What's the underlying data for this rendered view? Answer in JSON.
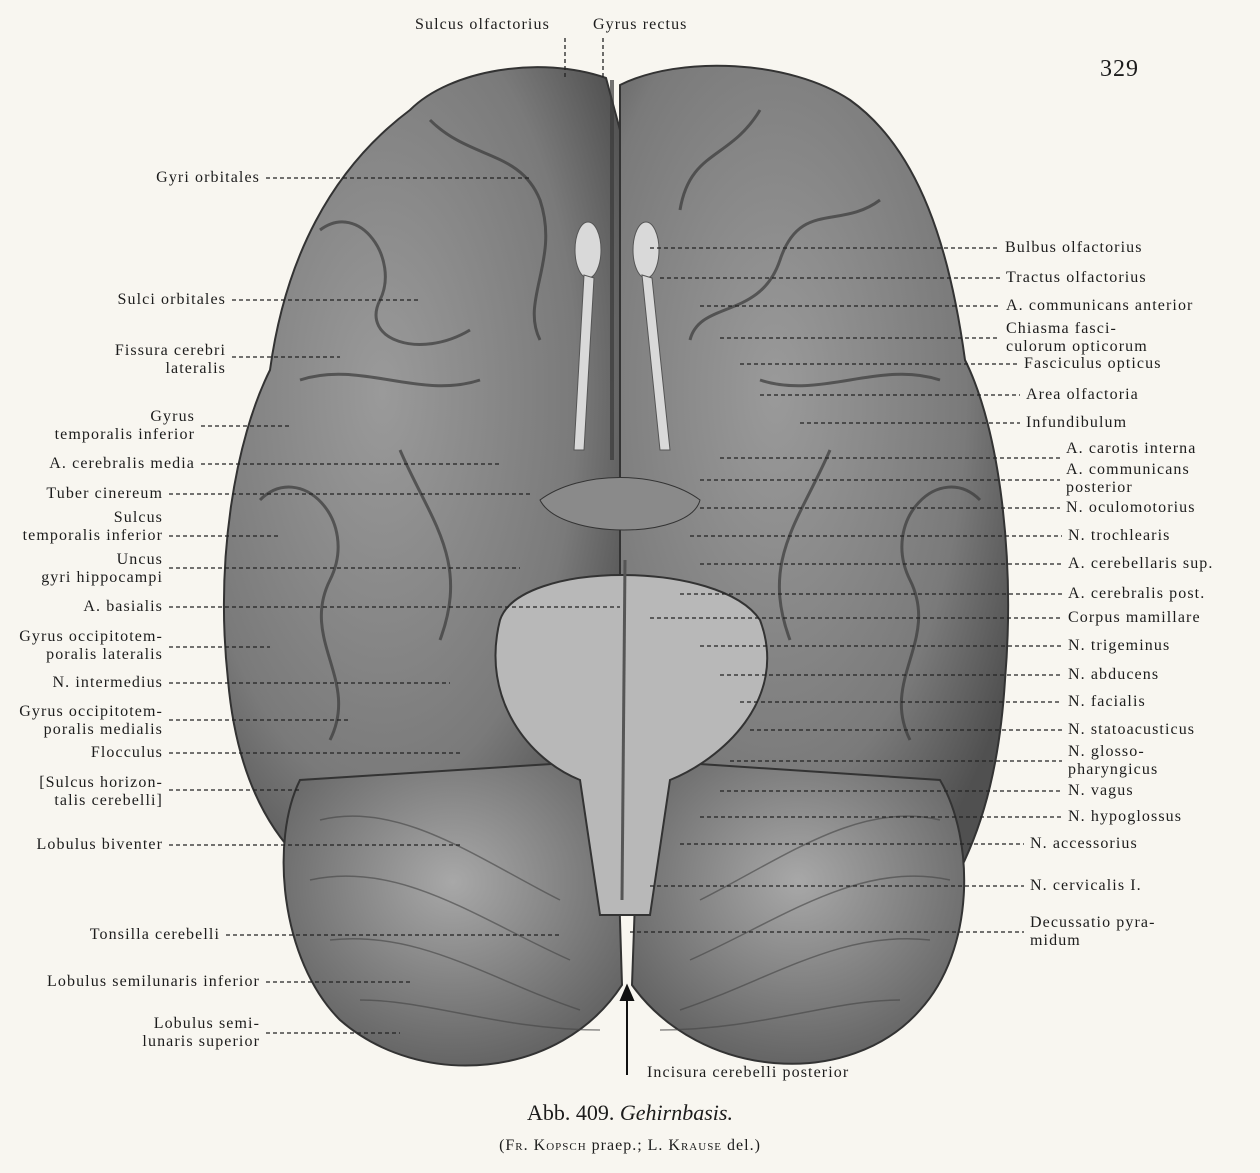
{
  "page_number": "329",
  "top_labels": [
    "Sulcus olfactorius",
    "Gyrus rectus"
  ],
  "left_labels": [
    [
      "Gyri orbitales"
    ],
    [
      "Sulci orbitales"
    ],
    [
      "Fissura cerebri",
      "lateralis"
    ],
    [
      "Gyrus",
      "temporalis inferior"
    ],
    [
      "A. cerebralis media"
    ],
    [
      "Tuber cinereum"
    ],
    [
      "Sulcus",
      "temporalis inferior"
    ],
    [
      "Uncus",
      "gyri hippocampi"
    ],
    [
      "A. basialis"
    ],
    [
      "Gyrus occipitotem-",
      "poralis lateralis"
    ],
    [
      "N. intermedius"
    ],
    [
      "Gyrus occipitotem-",
      "poralis medialis"
    ],
    [
      "Flocculus"
    ],
    [
      "[Sulcus horizon-",
      "talis cerebelli]"
    ],
    [
      "Lobulus biventer"
    ],
    [
      "Tonsilla cerebelli"
    ],
    [
      "Lobulus semilunaris inferior"
    ],
    [
      "Lobulus semi-",
      "lunaris superior"
    ]
  ],
  "right_labels": [
    [
      "Bulbus olfactorius"
    ],
    [
      "Tractus olfactorius"
    ],
    [
      "A. communicans anterior"
    ],
    [
      "Chiasma fasci-",
      "culorum opticorum"
    ],
    [
      "Fasciculus opticus"
    ],
    [
      "Area olfactoria"
    ],
    [
      "Infundibulum"
    ],
    [
      "A. carotis interna"
    ],
    [
      "A. communicans",
      "posterior"
    ],
    [
      "N. oculomotorius"
    ],
    [
      "N. trochlearis"
    ],
    [
      "A. cerebellaris sup."
    ],
    [
      "A. cerebralis post."
    ],
    [
      "Corpus mamillare"
    ],
    [
      "N. trigeminus"
    ],
    [
      "N. abducens"
    ],
    [
      "N. facialis"
    ],
    [
      "N. statoacusticus"
    ],
    [
      "N. glosso-",
      "pharyngicus"
    ],
    [
      "N. vagus"
    ],
    [
      "N. hypoglossus"
    ],
    [
      "N. accessorius"
    ],
    [
      "N. cervicalis I."
    ],
    [
      "Decussatio pyra-",
      "midum"
    ]
  ],
  "bottom_label": "Incisura cerebelli posterior",
  "caption": {
    "number": "Abb. 409.",
    "title": "Gehirnbasis."
  },
  "credit": {
    "open": "(",
    "author1": "Fr. Kopsch",
    "role1": " praep.; ",
    "author2": "L. Krause",
    "role2": " del.)"
  }
}
